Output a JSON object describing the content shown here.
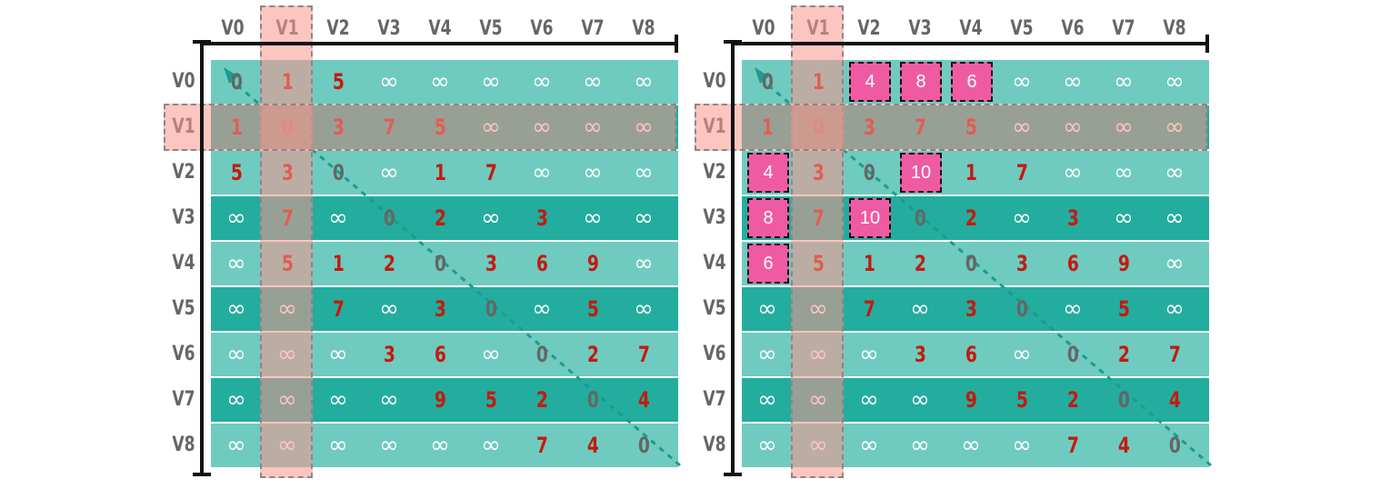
{
  "vertices": [
    "V0",
    "V1",
    "V2",
    "V3",
    "V4",
    "V5",
    "V6",
    "V7",
    "V8"
  ],
  "left_matrix": {
    "rows": [
      [
        "0",
        "1",
        "5",
        "∞",
        "∞",
        "∞",
        "∞",
        "∞",
        "∞"
      ],
      [
        "1",
        "0",
        "3",
        "7",
        "5",
        "∞",
        "∞",
        "∞",
        "∞"
      ],
      [
        "5",
        "3",
        "0",
        "∞",
        "1",
        "7",
        "∞",
        "∞",
        "∞"
      ],
      [
        "∞",
        "7",
        "∞",
        "0",
        "2",
        "∞",
        "3",
        "∞",
        "∞"
      ],
      [
        "∞",
        "5",
        "1",
        "2",
        "0",
        "3",
        "6",
        "9",
        "∞"
      ],
      [
        "∞",
        "∞",
        "7",
        "∞",
        "3",
        "0",
        "∞",
        "5",
        "∞"
      ],
      [
        "∞",
        "∞",
        "∞",
        "3",
        "6",
        "∞",
        "0",
        "2",
        "7"
      ],
      [
        "∞",
        "∞",
        "∞",
        "∞",
        "9",
        "5",
        "2",
        "0",
        "4"
      ],
      [
        "∞",
        "∞",
        "∞",
        "∞",
        "∞",
        "∞",
        "7",
        "4",
        "0"
      ]
    ]
  },
  "right_matrix": {
    "rows": [
      [
        "0",
        "1",
        "4",
        "8",
        "6",
        "∞",
        "∞",
        "∞",
        "∞"
      ],
      [
        "1",
        "0",
        "3",
        "7",
        "5",
        "∞",
        "∞",
        "∞",
        "∞"
      ],
      [
        "4",
        "3",
        "0",
        "10",
        "1",
        "7",
        "∞",
        "∞",
        "∞"
      ],
      [
        "8",
        "7",
        "10",
        "0",
        "2",
        "∞",
        "3",
        "∞",
        "∞"
      ],
      [
        "6",
        "5",
        "1",
        "2",
        "0",
        "3",
        "6",
        "9",
        "∞"
      ],
      [
        "∞",
        "∞",
        "7",
        "∞",
        "3",
        "0",
        "∞",
        "5",
        "∞"
      ],
      [
        "∞",
        "∞",
        "∞",
        "3",
        "6",
        "∞",
        "0",
        "2",
        "7"
      ],
      [
        "∞",
        "∞",
        "∞",
        "∞",
        "9",
        "5",
        "2",
        "0",
        "4"
      ],
      [
        "∞",
        "∞",
        "∞",
        "∞",
        "∞",
        "∞",
        "7",
        "4",
        "0"
      ]
    ],
    "updated_cells": [
      [
        0,
        2
      ],
      [
        0,
        3
      ],
      [
        0,
        4
      ],
      [
        2,
        0
      ],
      [
        2,
        3
      ],
      [
        3,
        0
      ],
      [
        3,
        2
      ],
      [
        4,
        0
      ]
    ]
  },
  "highlight_index": 1,
  "colors": {
    "teal_light": "#6fcbbf",
    "teal_dark": "#23ad9f",
    "value_red": "#c41a10",
    "zero_gray": "#666666",
    "highlight_pink": "#f8968c",
    "updated_magenta": "#ee5ba3"
  }
}
